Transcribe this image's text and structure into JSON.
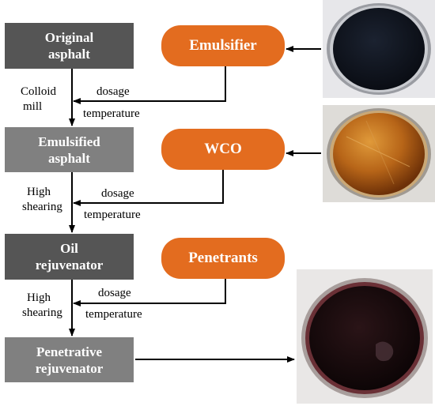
{
  "steps": [
    {
      "line1": "Original",
      "line2": "asphalt"
    },
    {
      "line1": "Emulsified",
      "line2": "asphalt"
    },
    {
      "line1": "Oil",
      "line2": "rejuvenator"
    },
    {
      "line1": "Penetrative",
      "line2": "rejuvenator"
    }
  ],
  "additives": [
    {
      "label": "Emulsifier"
    },
    {
      "label": "WCO"
    },
    {
      "label": "Penetrants"
    }
  ],
  "processes": [
    {
      "line1": "Colloid",
      "line2": "mill"
    },
    {
      "line1": "High",
      "line2": "shearing"
    },
    {
      "line1": "High",
      "line2": "shearing"
    }
  ],
  "conditions": [
    {
      "dosage": "dosage",
      "temperature": "temperature"
    },
    {
      "dosage": "dosage",
      "temperature": "temperature"
    },
    {
      "dosage": "dosage",
      "temperature": "temperature"
    }
  ],
  "colors": {
    "dark_box": "#555555",
    "light_box": "#808080",
    "additive": "#e36c1f"
  }
}
